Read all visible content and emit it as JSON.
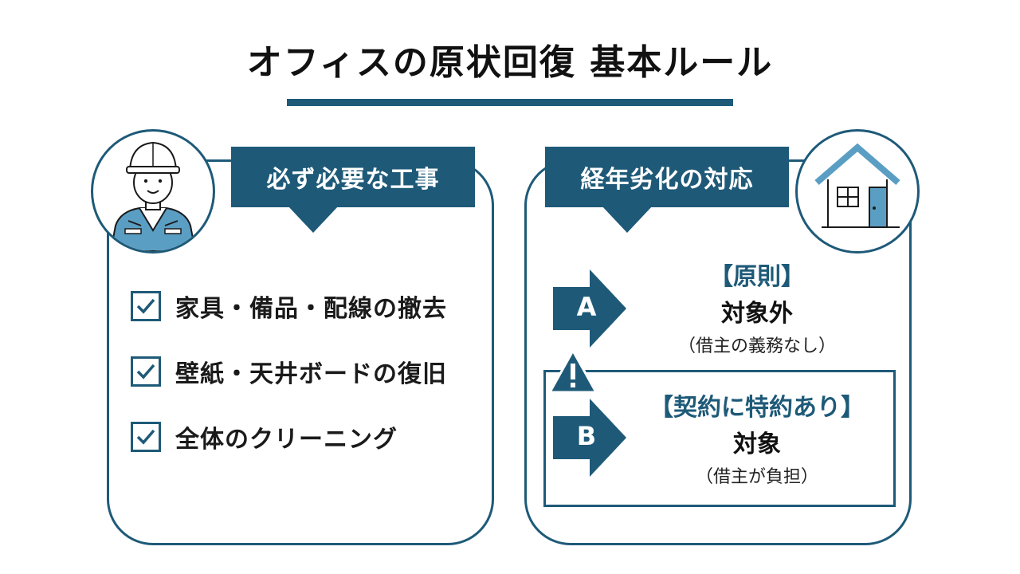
{
  "title": "オフィスの原状回復 基本ルール",
  "colors": {
    "accent": "#1e5a78",
    "light_accent": "#5b9ec4"
  },
  "left": {
    "tag": "必ず必要な工事",
    "icon": "worker-avatar-icon",
    "items": [
      {
        "label": "家具・備品・配線の撤去"
      },
      {
        "label": "壁紙・天井ボードの復旧"
      },
      {
        "label": "全体のクリーニング"
      }
    ]
  },
  "right": {
    "tag": "経年劣化の対応",
    "icon": "house-icon",
    "option_a": {
      "letter": "A",
      "heading": "【原則】",
      "result": "対象外",
      "note": "（借主の義務なし）"
    },
    "option_b": {
      "letter": "B",
      "heading": "【契約に特約あり】",
      "result": "対象",
      "note": "（借主が負担）",
      "warning_icon": "warning-icon"
    }
  }
}
